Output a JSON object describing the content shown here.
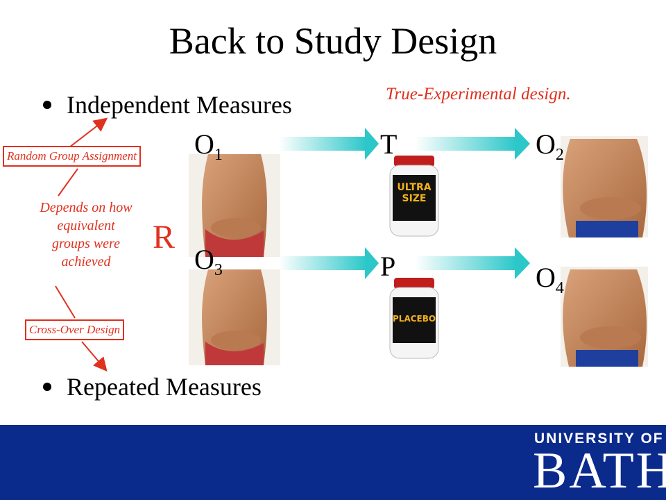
{
  "slide": {
    "title": "Back to Study Design",
    "bullets": [
      "Independent Measures",
      "Repeated Measures"
    ],
    "design_label": "True-Experimental design.",
    "random_group_label": "Random Group Assignment",
    "depends_text": [
      "Depends on how",
      "equivalent",
      "groups were",
      "achieved"
    ],
    "crossover_label": "Cross-Over Design",
    "randomize_symbol": "R"
  },
  "diagram": {
    "rows": [
      {
        "pre_obs": "O",
        "pre_sub": "1",
        "treatment": "T",
        "post_obs": "O",
        "post_sub": "2",
        "jar_label": [
          "ULTRA",
          "SIZE"
        ]
      },
      {
        "pre_obs": "O",
        "pre_sub": "3",
        "treatment": "P",
        "post_obs": "O",
        "post_sub": "4",
        "jar_label": [
          "PLACEBO"
        ]
      }
    ]
  },
  "footer": {
    "university_line1": "UNIVERSITY OF",
    "university_line2": "BATH"
  },
  "colors": {
    "accent_red": "#e0301e",
    "footer_blue": "#0a2a8c",
    "arrow_teal": "#2cc7c9"
  }
}
